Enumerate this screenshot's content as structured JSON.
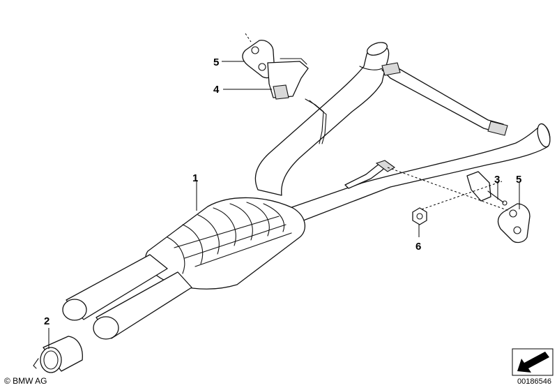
{
  "callouts": {
    "n1": "1",
    "n2": "2",
    "n3": "3",
    "n4": "4",
    "n5a": "5",
    "n5b": "5",
    "n6": "6"
  },
  "footer": {
    "copyright": "© BMW AG",
    "document_number": "00186546"
  }
}
